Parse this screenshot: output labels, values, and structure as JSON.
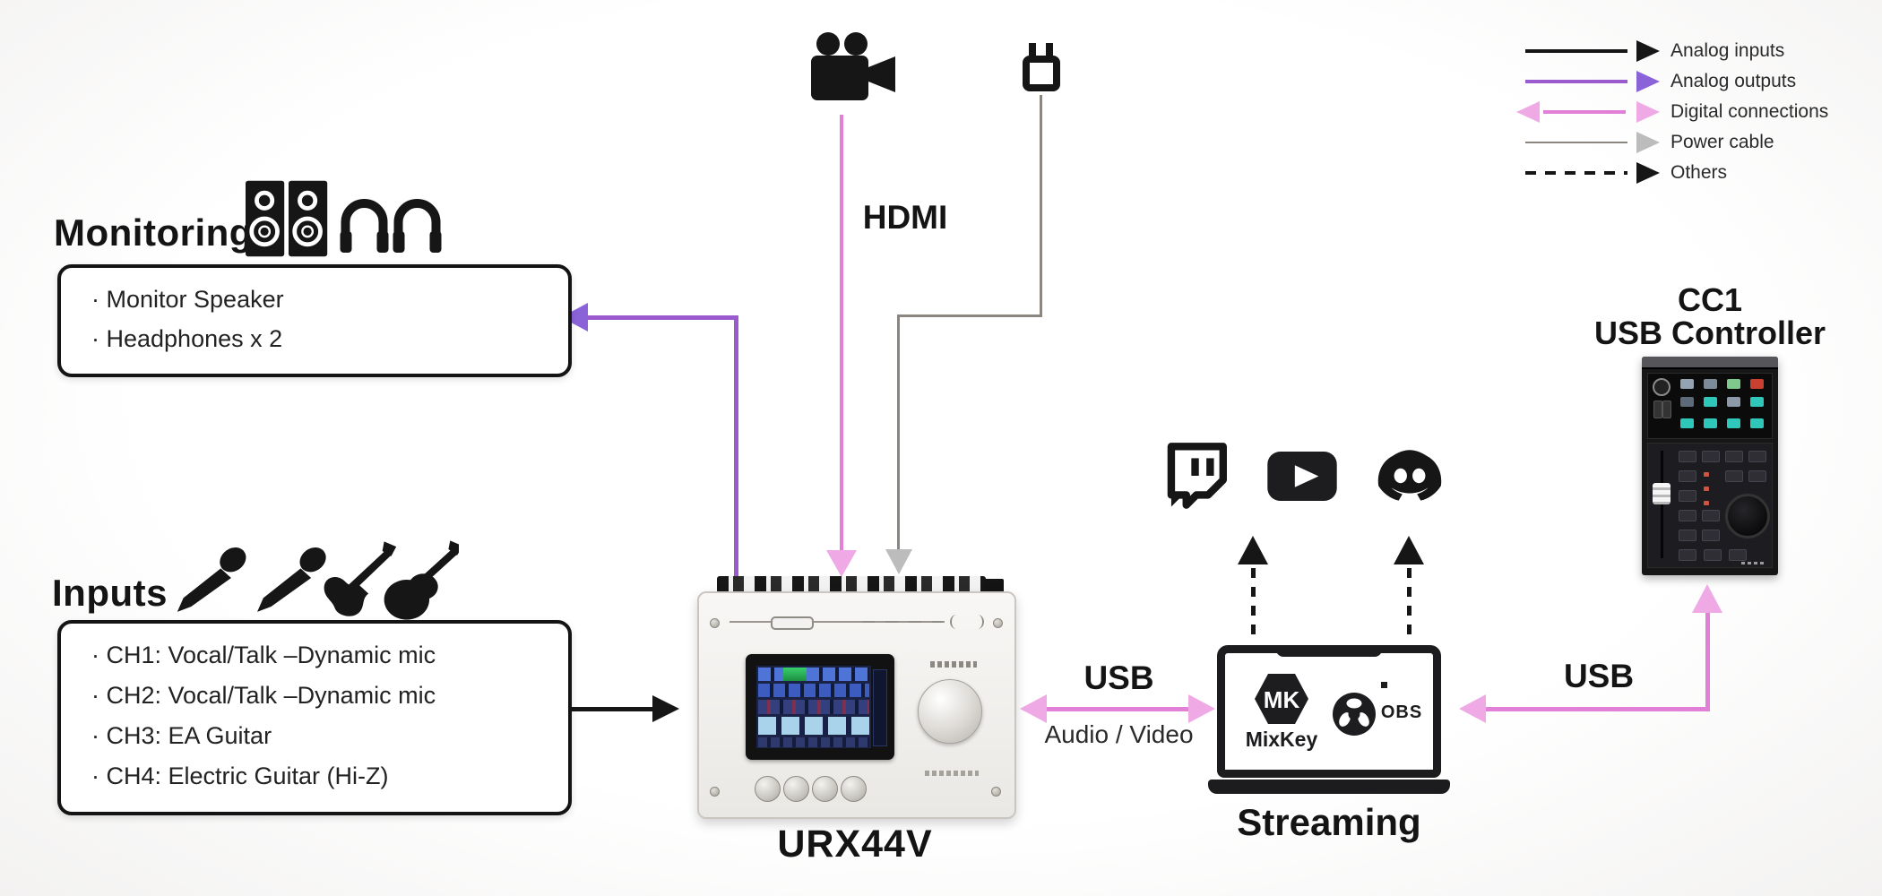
{
  "legend": {
    "items": [
      {
        "label": "Analog inputs",
        "style": "solid-black",
        "color": "#161616"
      },
      {
        "label": "Analog outputs",
        "style": "solid-purple",
        "color": "#9a5bce"
      },
      {
        "label": "Digital connections",
        "style": "double-pink",
        "color": "#e27fd6"
      },
      {
        "label": "Power cable",
        "style": "thin-gray",
        "color": "#8c8680"
      },
      {
        "label": "Others",
        "style": "dashed-black",
        "color": "#161616"
      }
    ]
  },
  "monitoring": {
    "title": "Monitoring",
    "box_items": [
      "· Monitor Speaker",
      "· Headphones x 2"
    ]
  },
  "inputs": {
    "title": "Inputs",
    "box_items": [
      "· CH1: Vocal/Talk –Dynamic mic",
      "· CH2: Vocal/Talk –Dynamic mic",
      "· CH3: EA Guitar",
      "· CH4: Electric Guitar (Hi-Z)"
    ]
  },
  "labels": {
    "hdmi": "HDMI",
    "usb_av_title": "USB",
    "usb_av_sub": "Audio / Video",
    "usb_cc1": "USB"
  },
  "devices": {
    "audio_interface": {
      "name": "URX44V"
    },
    "usb_controller": {
      "title_line1": "CC1",
      "title_line2": "USB Controller"
    },
    "streaming": {
      "caption": "Streaming",
      "app1": "MixKey",
      "app2": "OBS",
      "mk_monogram": "MK"
    }
  },
  "icons": {
    "monitoring": [
      "speaker-icon",
      "headphones-icon"
    ],
    "inputs": [
      "microphone-icon",
      "electric-guitar-icon",
      "acoustic-guitar-icon"
    ],
    "sources": [
      "video-camera-icon",
      "power-plug-icon"
    ],
    "streaming_platforms": [
      "twitch-icon",
      "youtube-icon",
      "discord-icon"
    ],
    "apps": [
      "mixkey-logo",
      "obs-logo"
    ]
  },
  "colors": {
    "analog_input": "#161616",
    "analog_output": "#9a5bce",
    "digital": "#e27fd6",
    "power": "#8c8680",
    "arrowhead_pink": "#efaae6"
  }
}
